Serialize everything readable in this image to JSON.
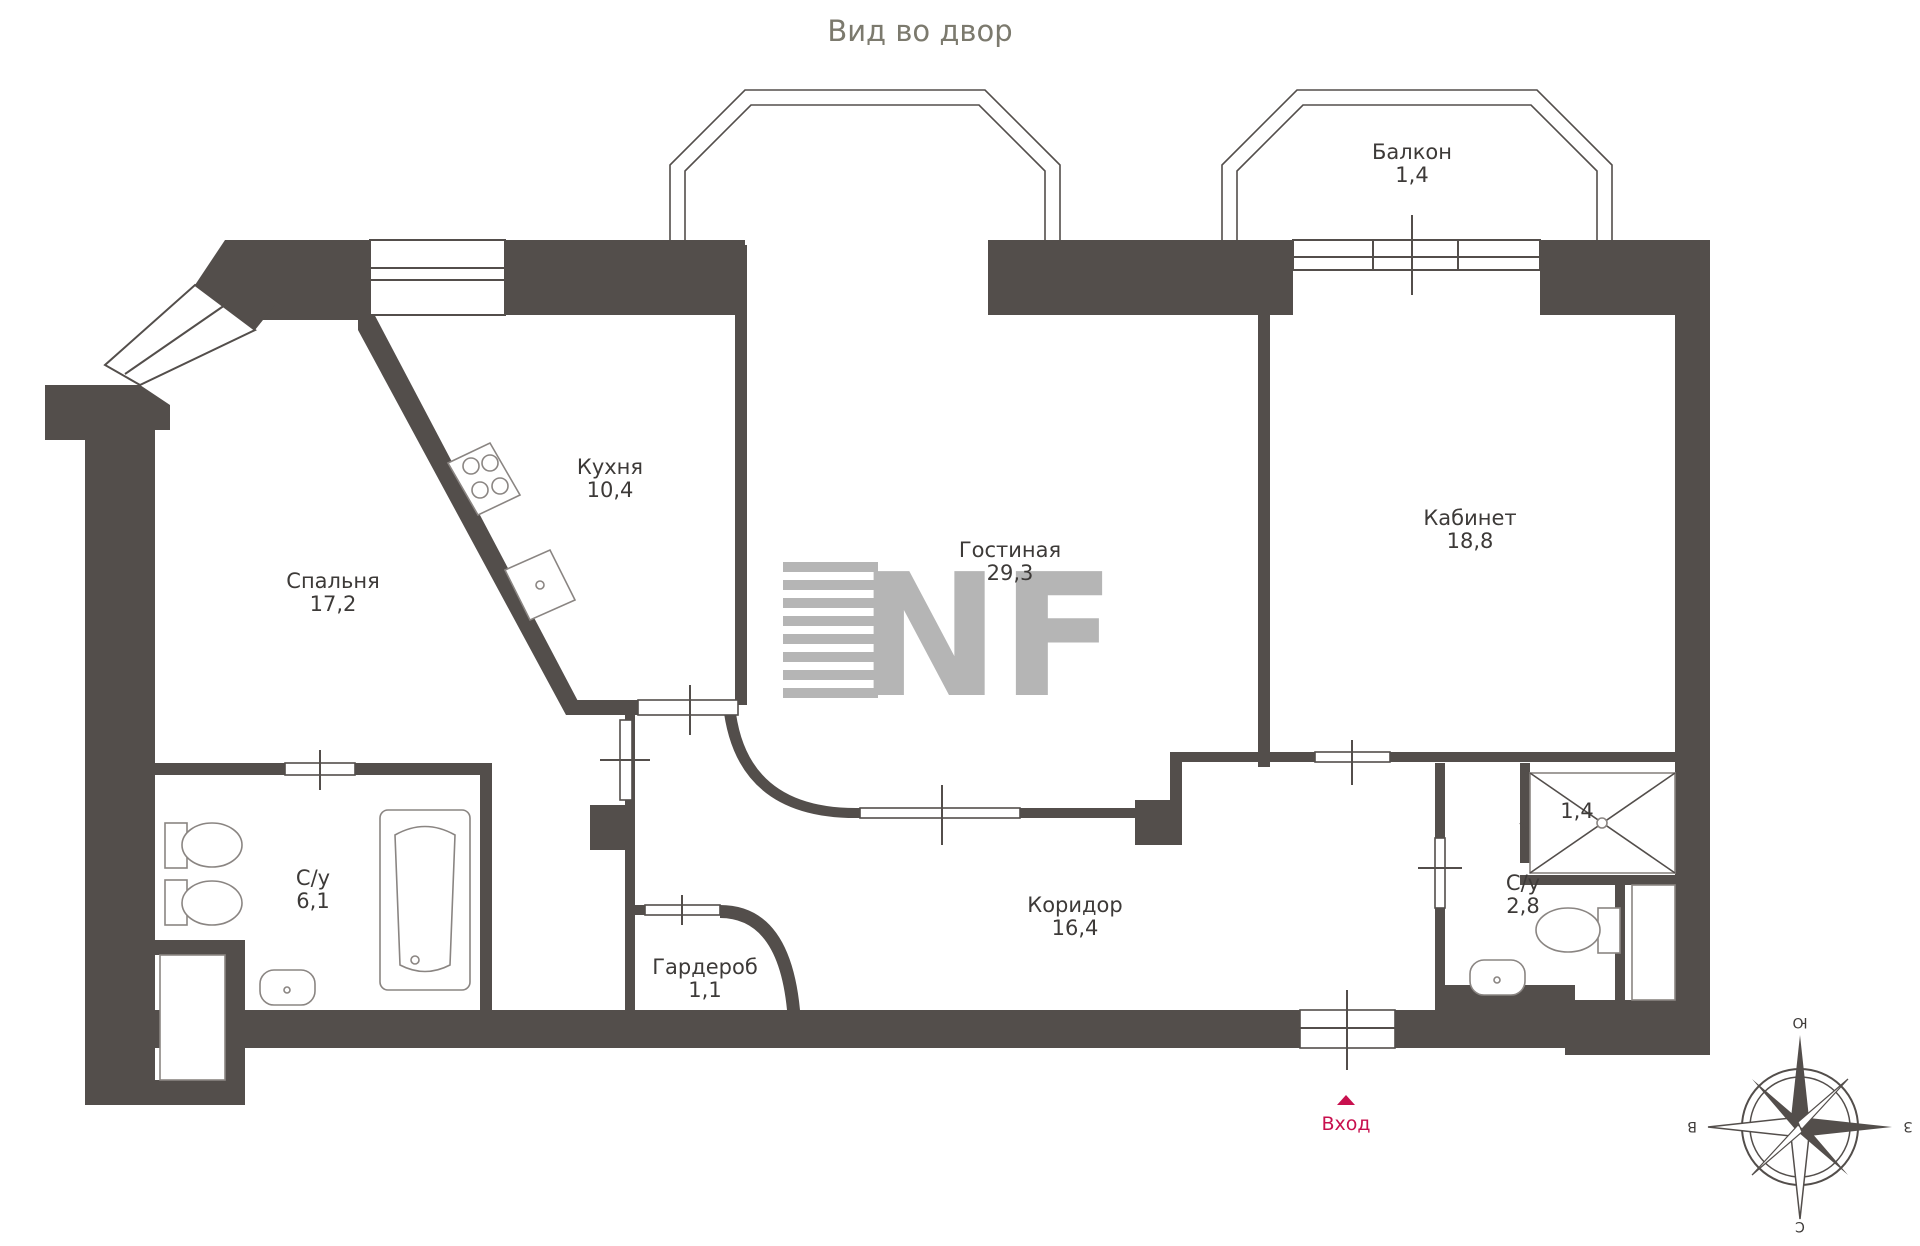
{
  "header": {
    "view_label": "Вид во двор"
  },
  "rooms": [
    {
      "id": "balcony",
      "name": "Балкон",
      "area": "1,4"
    },
    {
      "id": "kitchen",
      "name": "Кухня",
      "area": "10,4"
    },
    {
      "id": "living",
      "name": "Гостиная",
      "area": "29,3"
    },
    {
      "id": "study",
      "name": "Кабинет",
      "area": "18,8"
    },
    {
      "id": "bedroom",
      "name": "Спальня",
      "area": "17,2"
    },
    {
      "id": "bath1",
      "name": "С/у",
      "area": "6,1"
    },
    {
      "id": "corridor",
      "name": "Коридор",
      "area": "16,4"
    },
    {
      "id": "wardrobe",
      "name": "Гардероб",
      "area": "1,1"
    },
    {
      "id": "bath2",
      "name": "С/у",
      "area": "2,8"
    },
    {
      "id": "shower",
      "name": "",
      "area": "1,4"
    }
  ],
  "entrance": {
    "label": "Вход",
    "color": "#c8104e"
  },
  "compass": {
    "north": "Ю",
    "south": "С",
    "east": "З",
    "west": "В"
  },
  "watermark": {
    "text": "NF",
    "color": "#b5b5b5"
  },
  "colors": {
    "wall": "#534e4b",
    "title": "#7c7a6e",
    "accent": "#c8104e"
  }
}
